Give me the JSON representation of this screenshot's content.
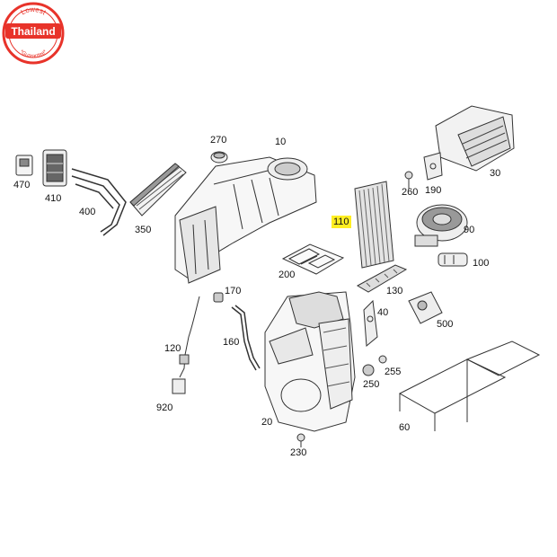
{
  "badge": {
    "top_text": "Lowest",
    "middle_text": "Thailand",
    "bottom_text": "*Guarantee*",
    "color": "#e8332a"
  },
  "highlight_color": "#ffee22",
  "part_labels": {
    "p470": "470",
    "p410": "410",
    "p400": "400",
    "p350": "350",
    "p270": "270",
    "p10": "10",
    "p260": "260",
    "p190": "190",
    "p30": "30",
    "p110": "110",
    "p90": "90",
    "p100": "100",
    "p200": "200",
    "p170": "170",
    "p130": "130",
    "p40": "40",
    "p500": "500",
    "p160": "160",
    "p120": "120",
    "p255": "255",
    "p250": "250",
    "p920": "920",
    "p20": "20",
    "p60": "60",
    "p230": "230"
  }
}
